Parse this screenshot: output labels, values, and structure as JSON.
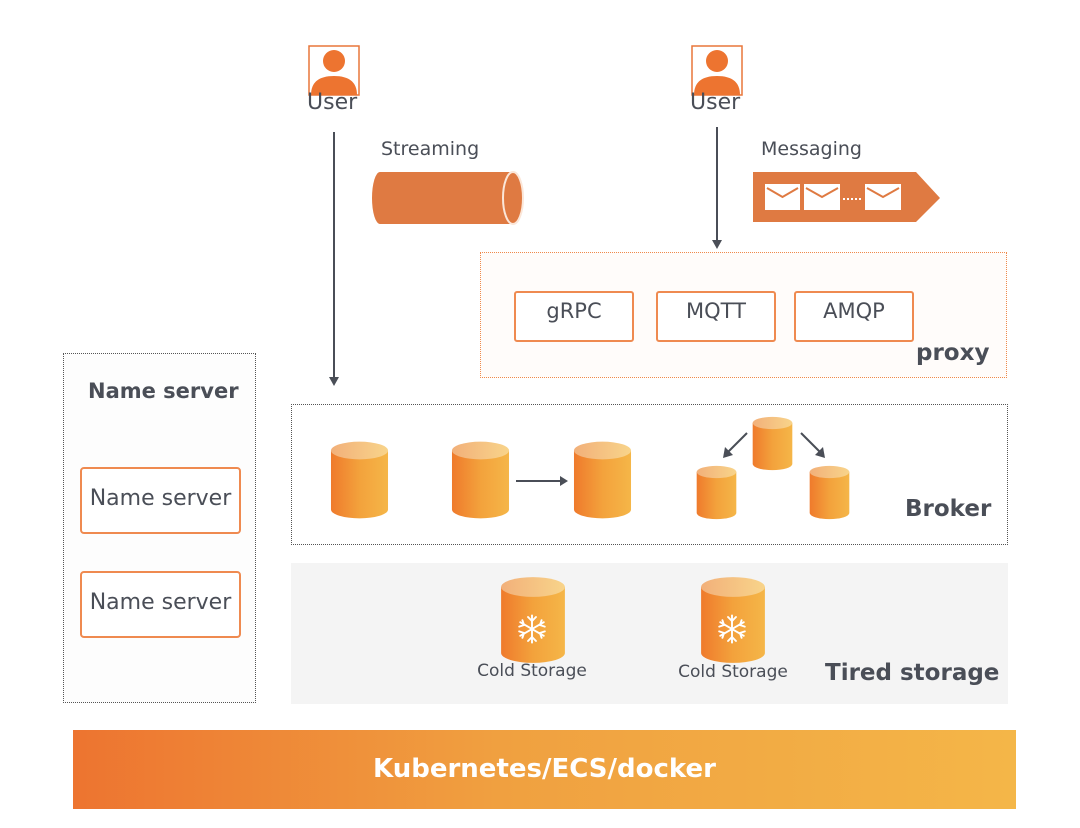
{
  "users": [
    {
      "label": "User",
      "flow": "Streaming"
    },
    {
      "label": "User",
      "flow": "Messaging"
    }
  ],
  "flows": {
    "streaming_label": "Streaming",
    "messaging_label": "Messaging"
  },
  "proxy": {
    "title": "proxy",
    "protocols": [
      "gRPC",
      "MQTT",
      "AMQP"
    ]
  },
  "name_server": {
    "title": "Name server",
    "items": [
      "Name server",
      "Name server"
    ]
  },
  "broker": {
    "title": "Broker"
  },
  "tiered_storage": {
    "title": "Tired storage",
    "items": [
      "Cold Storage",
      "Cold Storage"
    ]
  },
  "platform": {
    "label": "Kubernetes/ECS/docker"
  },
  "colors": {
    "accent": "#e07a3f",
    "border_orange": "#ef8a50",
    "text": "#4a4e57",
    "gradient_start": "#ed7430",
    "gradient_end": "#f4b648"
  }
}
